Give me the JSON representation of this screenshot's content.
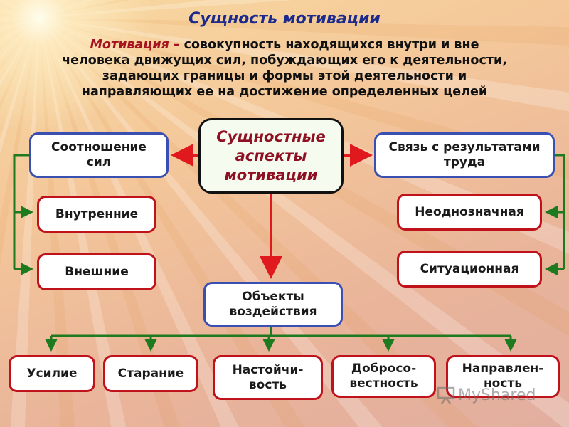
{
  "title": "Сущность мотивации",
  "definition": {
    "term": "Мотивация –",
    "text_line1": "совокупность находящихся внутри и вне",
    "text_line2": "человека движущих сил, побуждающих его к деятельности,",
    "text_line3": "задающих границы и формы этой деятельности и",
    "text_line4": "направляющих ее на достижение определенных целей"
  },
  "center": {
    "line1": "Сущностные",
    "line2": "аспекты",
    "line3": "мотивации"
  },
  "left_group": {
    "header": "Соотношение сил",
    "items": [
      "Внутренние",
      "Внешние"
    ]
  },
  "right_group": {
    "header": "Связь с результатами труда",
    "items": [
      "Неоднозначная",
      "Ситуационная"
    ]
  },
  "bottom_group": {
    "header": "Объекты воздействия",
    "items": [
      {
        "line1": "Усилие",
        "line2": ""
      },
      {
        "line1": "Старание",
        "line2": ""
      },
      {
        "line1": "Настойчи-",
        "line2": "вость"
      },
      {
        "line1": "Добросо-",
        "line2": "вестность"
      },
      {
        "line1": "Направлен-",
        "line2": "ность"
      }
    ]
  },
  "watermark": "MyShared",
  "colors": {
    "title": "#1c2a8c",
    "term": "#a4131f",
    "arrow_red": "#e0191f",
    "line_green": "#1e7a1e",
    "border_blue": "#3a4fb2",
    "border_red": "#c0121b"
  }
}
